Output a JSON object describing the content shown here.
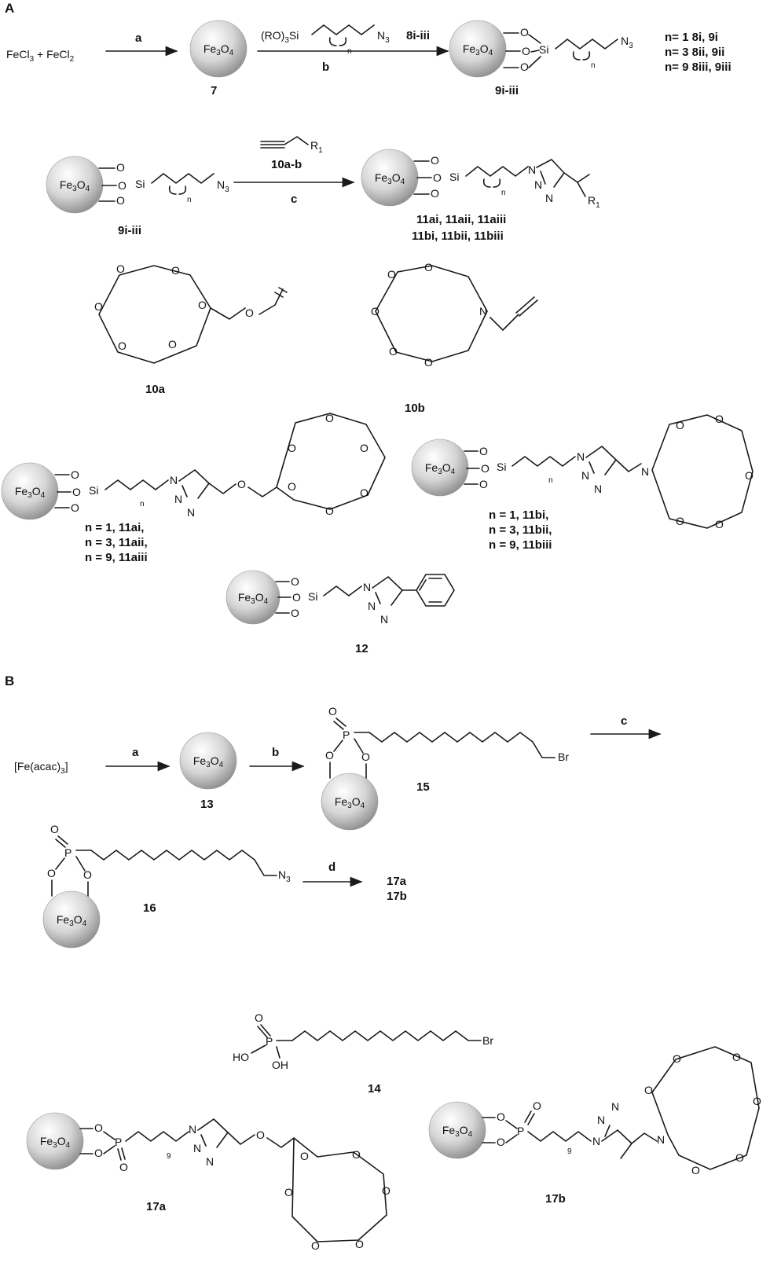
{
  "panels": {
    "a": "A",
    "b": "B"
  },
  "fe3o4": {
    "main": "Fe",
    "three": "3",
    "o": "O",
    "four": "4"
  },
  "rowA1": {
    "reactant_fecl3": "FeCl",
    "sub3": "3",
    "plus_fecl2": " + FeCl",
    "sub2": "2",
    "step_a": "a",
    "compound7": "7",
    "reagent_ro": "(RO)",
    "reagent_si": "Si",
    "n": "n",
    "n3": "N",
    "n3sub": "3",
    "reagent_label": "8i-iii",
    "step_b": "b",
    "product_label": "9i-iii",
    "legend1": "n= 1 8i, 9i",
    "legend2": "n= 3 8ii, 9ii",
    "legend3": "n= 9 8iii, 9iii"
  },
  "rowA2": {
    "start_label": "9i-iii",
    "reagent_r1": "R",
    "reagent_r1_sub": "1",
    "reagent_label": "10a-b",
    "step_c": "c",
    "product_line1": "11ai, 11aii, 11aiii",
    "product_line2": "11bi, 11bii, 11biii"
  },
  "crowns": {
    "o": "O",
    "n": "N",
    "label_10a": "10a",
    "label_10b": "10b"
  },
  "rowA3": {
    "l11a_1": "n = 1, 11ai,",
    "l11a_2": "n = 3, 11aii,",
    "l11a_3": "n = 9, 11aiii",
    "l11b_1": "n = 1, 11bi,",
    "l11b_2": "n = 3, 11bii,",
    "l11b_3": "n = 9, 11biii",
    "label_12": "12"
  },
  "rowB1": {
    "start": "[Fe(acac)",
    "start_sub": "3",
    "start_end": "]",
    "step_a": "a",
    "label_13": "13",
    "step_b": "b",
    "label_15": "15",
    "br": "Br",
    "step_c": "c",
    "p": "P"
  },
  "rowB2": {
    "label_16": "16",
    "step_d": "d",
    "prod_a": "17a",
    "prod_b": "17b",
    "acid_ho": "HO",
    "acid_oh": "OH",
    "label_14": "14",
    "nine": "9",
    "label_17a": "17a",
    "label_17b": "17b"
  }
}
